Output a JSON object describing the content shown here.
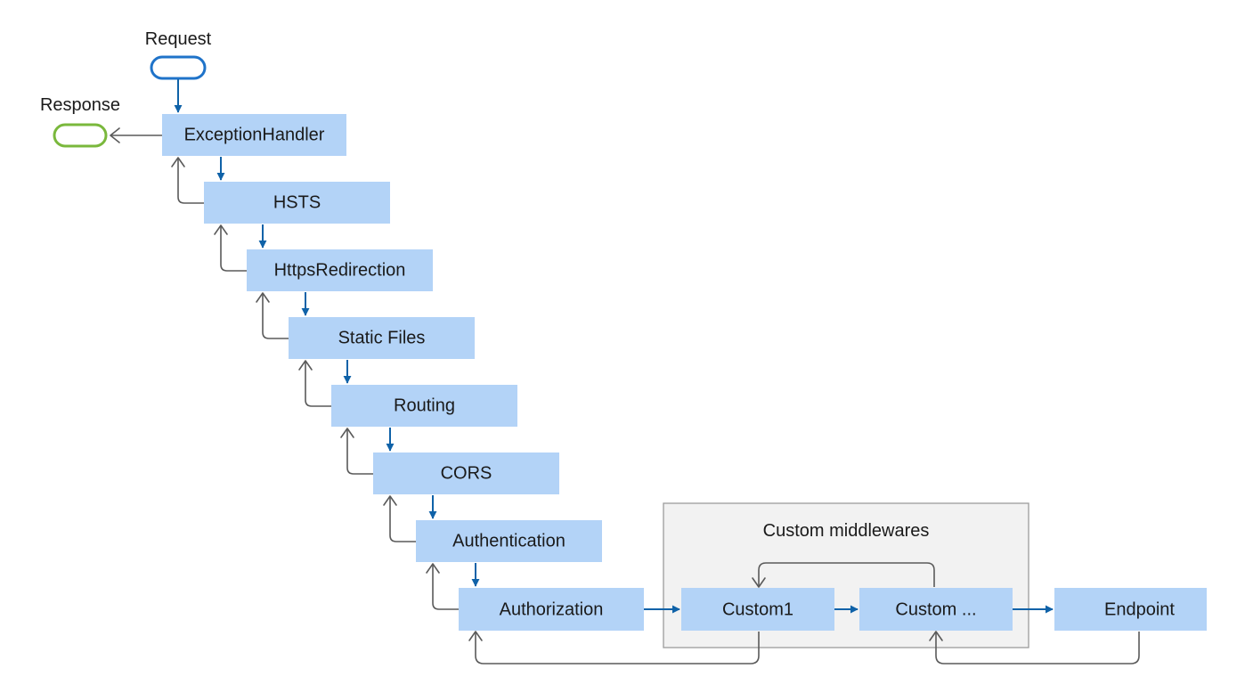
{
  "colors": {
    "node_fill": "#b3d3f7",
    "request_arrow": "#0f62a8",
    "response_arrow": "#5a5a5a",
    "request_terminal": "#1f73c9",
    "response_terminal": "#7ab83c",
    "group_fill": "#f2f2f2",
    "group_border": "#9b9b9b"
  },
  "terminals": {
    "request": "Request",
    "response": "Response"
  },
  "pipeline": [
    "ExceptionHandler",
    "HSTS",
    "HttpsRedirection",
    "Static Files",
    "Routing",
    "CORS",
    "Authentication",
    "Authorization"
  ],
  "custom_group": {
    "title": "Custom middlewares",
    "items": [
      "Custom1",
      "Custom ..."
    ]
  },
  "endpoint": "Endpoint"
}
